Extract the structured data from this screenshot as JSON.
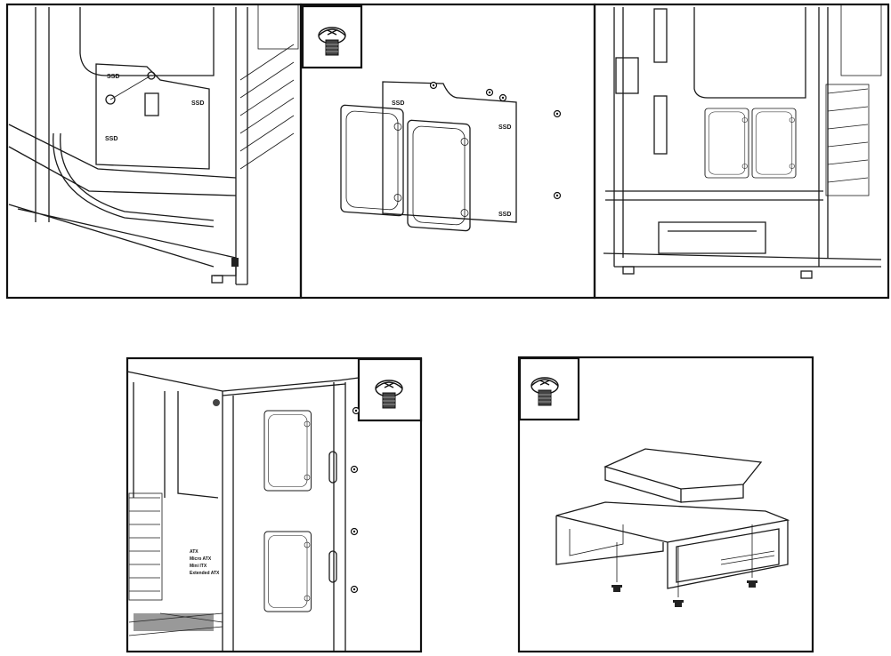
{
  "panels": {
    "p1": {
      "ssd_labels": [
        "SSD",
        "SSD",
        "SSD"
      ]
    },
    "p2": {
      "ssd_labels": [
        "SSD",
        "SSD",
        "SSD"
      ]
    },
    "p4": {
      "form_factors": [
        "ATX",
        "Micro ATX",
        "Mini ITX",
        "Extended ATX"
      ]
    }
  },
  "colors": {
    "line": "#1a1a1a",
    "screw_thread": "#555555"
  },
  "icons": [
    "screw-icon"
  ]
}
